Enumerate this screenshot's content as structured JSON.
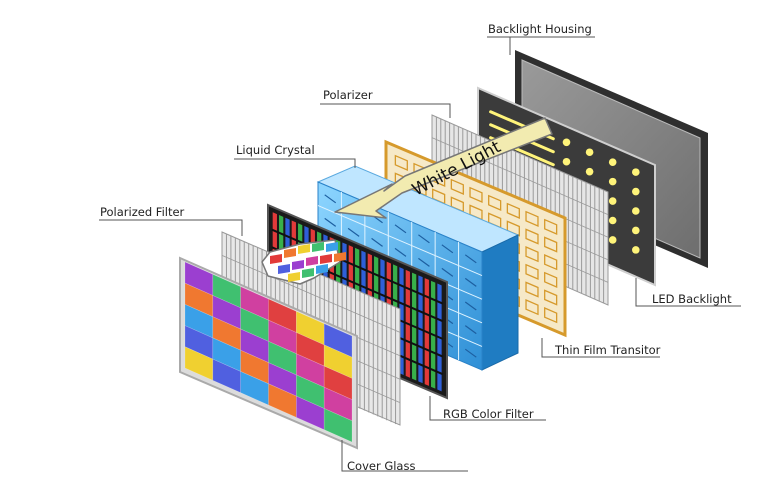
{
  "labels": {
    "backlight_housing": "Backlight Housing",
    "polarizer": "Polarizer",
    "liquid_crystal": "Liquid Crystal",
    "polarized_filter": "Polarized Filter",
    "led_backlight": "LED Backlight",
    "thin_film_transistor": "Thin Film Transitor",
    "rgb_color_filter": "RGB Color Filter",
    "cover_glass": "Cover Glass",
    "white_light": "White Light"
  },
  "colors": {
    "housing_frame": "#3a3a3a",
    "housing_screen": "#8a8a8a",
    "tft_gold": "#e0a83a",
    "liquid_crystal_blue": "#4fb3ea",
    "arrow_fill": "#f2ebb0",
    "leader_line": "#555555"
  },
  "cover_glass_palette": [
    "#9b3fd0",
    "#e04040",
    "#3aa0e8",
    "#40c070",
    "#f0d030",
    "#f07830",
    "#d040a0",
    "#5060e0"
  ],
  "led_color": "#fff47a",
  "rgb_stripes": [
    "#e23a3a",
    "#38b04a",
    "#2f5fd8"
  ]
}
